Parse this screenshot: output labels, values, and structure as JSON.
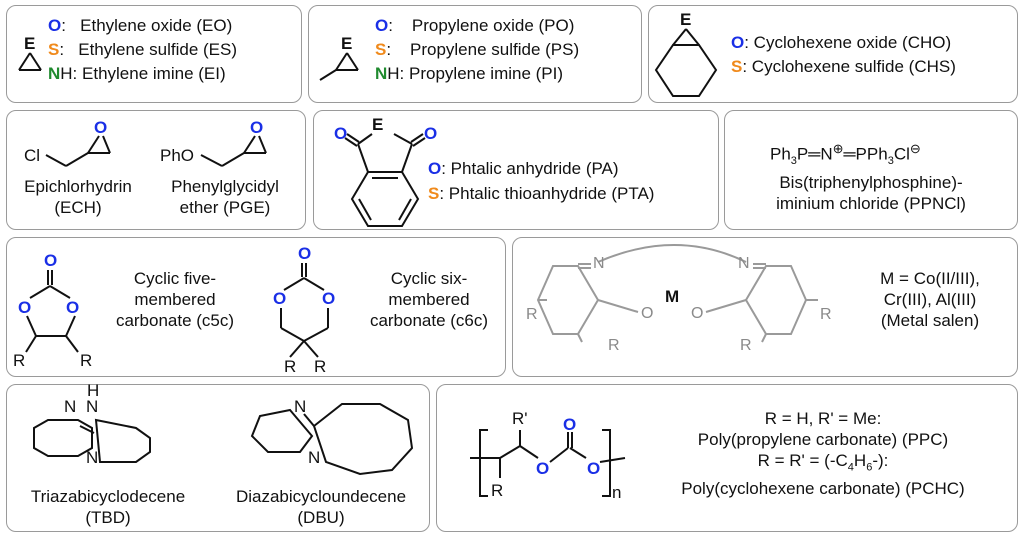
{
  "monomers": {
    "eo_row": {
      "letter": "O",
      "sep": ":",
      "label": "Ethylene oxide (EO)"
    },
    "es_row": {
      "letter": "S",
      "sep": ":",
      "label": "Ethylene sulfide (ES)"
    },
    "ei_row": {
      "letter": "N",
      "sep": "H:",
      "label": "Ethylene imine (EI)"
    },
    "po_row": {
      "letter": "O",
      "sep": ":",
      "label": "Propylene oxide (PO)"
    },
    "ps_row": {
      "letter": "S",
      "sep": ":",
      "label": "Propylene sulfide (PS)"
    },
    "pi_row": {
      "letter": "N",
      "sep": "H:",
      "label": "Propylene imine (PI)"
    },
    "cho_row": {
      "letter": "O",
      "label": ": Cyclohexene oxide (CHO)"
    },
    "chs_row": {
      "letter": "S",
      "label": ": Cyclohexene sulfide (CHS)"
    },
    "pa_row": {
      "letter": "O",
      "label": ": Phtalic anhydride (PA)"
    },
    "pta_row": {
      "letter": "S",
      "label": ": Phtalic thioanhydride (PTA)"
    }
  },
  "atoms": {
    "E": "E",
    "O": "O",
    "Cl": "Cl",
    "PhO": "PhO",
    "N": "N",
    "NH": "H",
    "R": "R",
    "Rp": "R'",
    "M": "M",
    "n": "n"
  },
  "ech": {
    "line1": "Epichlorhydrin",
    "line2": "(ECH)"
  },
  "pge": {
    "line1": "Phenylglycidyl",
    "line2": "ether (PGE)"
  },
  "ppncl": {
    "formula_a": "Ph",
    "sub3": "3",
    "formula_b": "P",
    "formula_c": "N",
    "formula_d": "PPh",
    "formula_e": "Cl",
    "plus": "⊕",
    "minus": "⊖",
    "line1": "Bis(triphenylphosphine)-",
    "line2": "iminium chloride (PPNCl)"
  },
  "c5c": {
    "line1": "Cyclic five-",
    "line2": "membered",
    "line3": "carbonate (c5c)"
  },
  "c6c": {
    "line1": "Cyclic six-",
    "line2": "membered",
    "line3": "carbonate (c6c)"
  },
  "salen": {
    "line1": "M = Co(II/III),",
    "line2": "Cr(III), Al(III)",
    "line3": "(Metal salen)"
  },
  "tbd": {
    "line1": "Triazabicyclodecene",
    "line2": "(TBD)"
  },
  "dbu": {
    "line1": "Diazabicycloundecene",
    "line2": "(DBU)"
  },
  "polymer": {
    "line1": "R = H, R' = Me:",
    "line2": "Poly(propylene carbonate) (PPC)",
    "line3a": "R = R' = (-C",
    "line3_sub1": "4",
    "line3b": "H",
    "line3_sub2": "6",
    "line3c": "-):",
    "line4": "Poly(cyclohexene carbonate) (PCHC)"
  },
  "colors": {
    "oxygen": "#1a2fe6",
    "sulfur": "#f08a1c",
    "nitrogen": "#1f8a2e",
    "border": "#9a9a9a",
    "salen_gray": "#8a8a8a"
  }
}
